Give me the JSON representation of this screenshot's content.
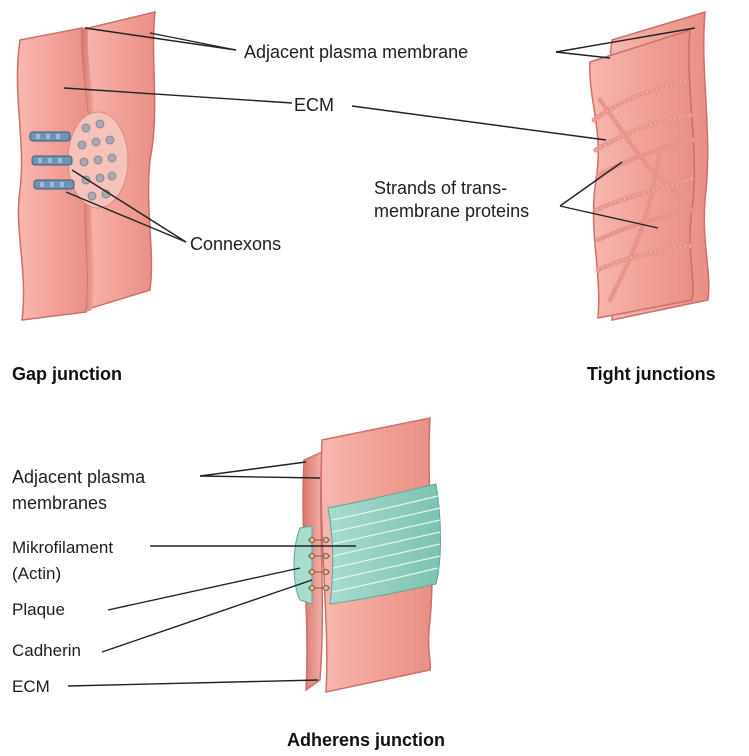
{
  "gap": {
    "label_adjacent": "Adjacent plasma membrane",
    "label_ecm": "ECM",
    "label_connexons": "Connexons",
    "title": "Gap junction"
  },
  "tight": {
    "label_strands_1": "Strands of trans-",
    "label_strands_2": "membrane proteins",
    "title": "Tight junctions"
  },
  "adherens": {
    "label_adjacent_1": "Adjacent plasma",
    "label_adjacent_2": "membranes",
    "label_mikro_1": "Mikrofilament",
    "label_mikro_2": "(Actin)",
    "label_plaque": "Plaque",
    "label_cadherin": "Cadherin",
    "label_ecm": "ECM",
    "title": "Adherens junction"
  },
  "colors": {
    "membrane": "#f2a7a0",
    "membrane_dark": "#d97a73",
    "membrane_light": "#f9c9c2",
    "actin": "#8fcfc0",
    "connexon": "#6f93b5",
    "lines": "#222222"
  }
}
